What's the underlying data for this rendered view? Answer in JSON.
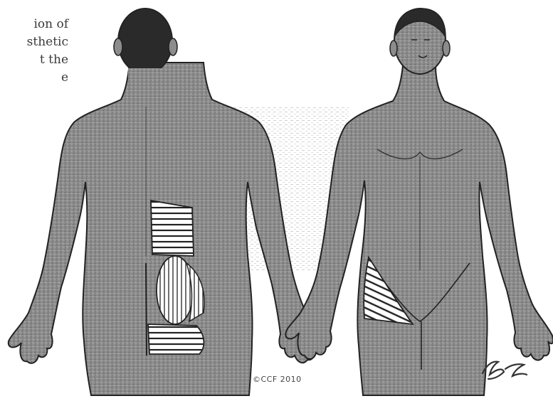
{
  "caption": {
    "line1": "ion of",
    "line2": "sthetic",
    "line3": "t the",
    "line4": "e"
  },
  "figures": [
    {
      "name": "posterior-view",
      "hatched_regions": [
        "left-lower-back",
        "left-buttock",
        "left-posterior-thigh"
      ]
    },
    {
      "name": "anterior-view",
      "hatched_regions": [
        "right-anterior-groin"
      ]
    }
  ],
  "copyright": "©CCF 2010",
  "signature": "BG",
  "colors": {
    "body_fill": "#8c8c8c",
    "hair_fill": "#2a2a2a",
    "outline": "#222222",
    "hatch": "#222222",
    "hatch_bg": "#ffffff",
    "background": "#ffffff"
  }
}
